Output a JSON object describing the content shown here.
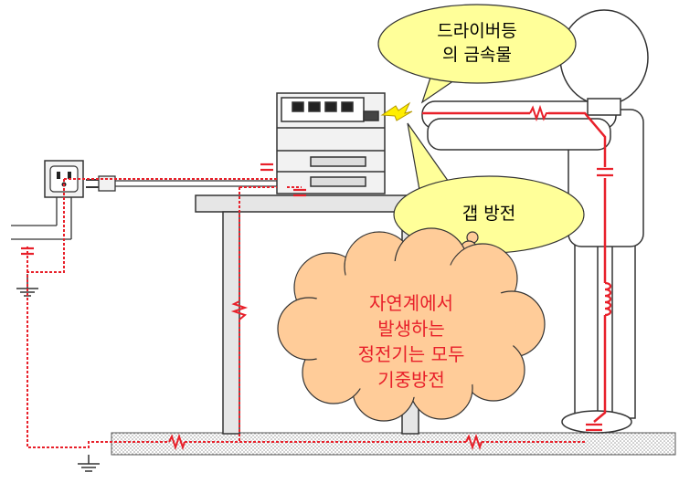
{
  "callouts": {
    "metal_line1": "드라이버등",
    "metal_line2": "의 금속물",
    "gap": "갭 방전"
  },
  "cloud": {
    "line1": "자연계에서",
    "line2": "발생하는",
    "line3": "정전기는 모두",
    "line4": "기중방전"
  },
  "colors": {
    "circuit": "#e8202a",
    "callout_fill": "#ffff99",
    "cloud_fill": "#ffcc99",
    "spark": "#ffee00",
    "ground_hatch": "#9a9a9a"
  }
}
